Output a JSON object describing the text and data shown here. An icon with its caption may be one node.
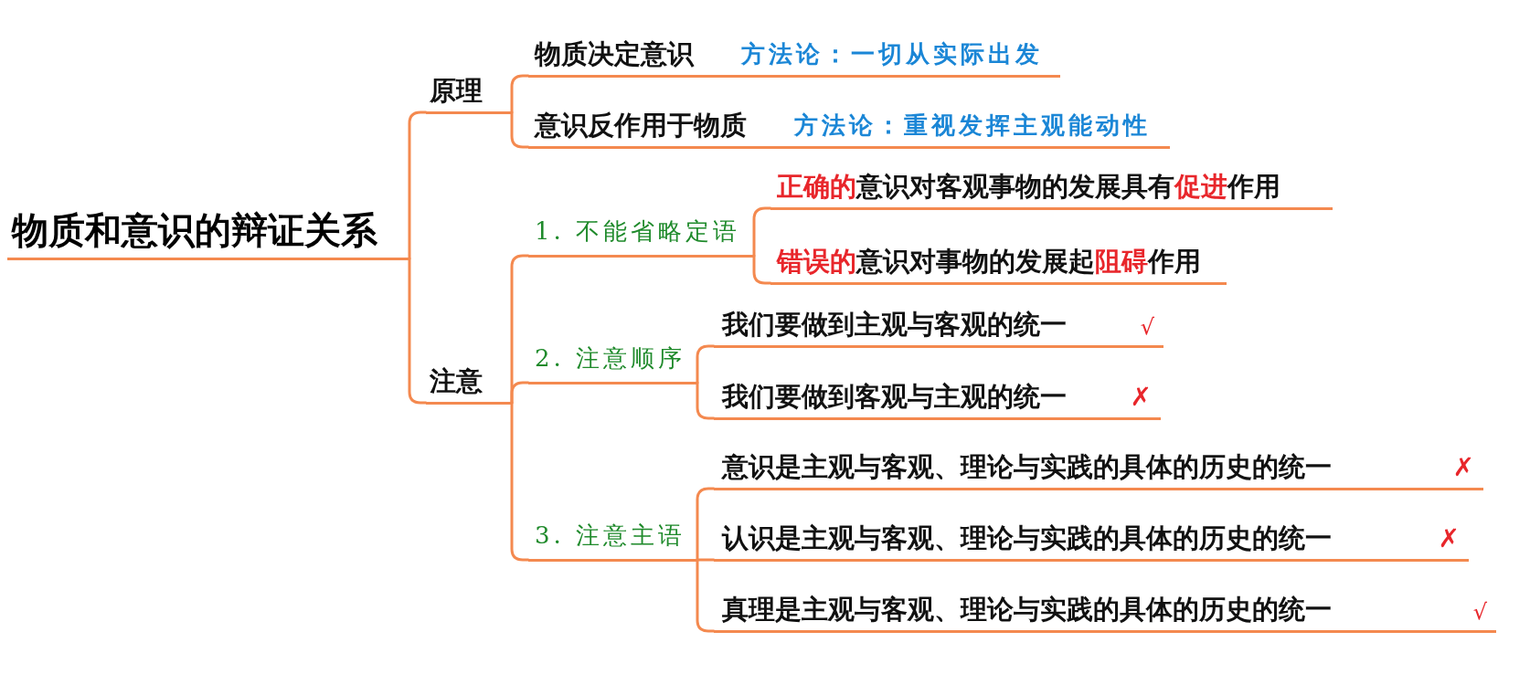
{
  "diagram": {
    "nodes": [
      {
        "text": [
          "物质和意识的辩证关系"
        ]
      },
      {
        "text": [
          "原理"
        ]
      },
      {
        "text": [
          "物质决定意识",
          "方法论：一切从实际出发"
        ]
      },
      {
        "text": [
          "意识反作用于物质",
          "方法论：重视发挥主观能动性"
        ]
      },
      {
        "text": [
          "注意"
        ]
      },
      {
        "text": [
          "1. 不能省略定语"
        ]
      },
      {
        "text": [
          "**正确的**意识对客观事物的发展具有**促进**作用"
        ]
      },
      {
        "text": [
          "**错误的**意识对事物的发展起**阻碍**作用"
        ]
      },
      {
        "text": [
          "2. 注意顺序"
        ]
      },
      {
        "text": [
          "我们要做到主观与客观的统一",
          "√"
        ]
      },
      {
        "text": [
          "我们要做到客观与主观的统一",
          "✗"
        ]
      },
      {
        "text": [
          "3. 注意主语"
        ]
      },
      {
        "text": [
          "意识是主观与客观、理论与实践的具体的历史的统一",
          "✗"
        ]
      },
      {
        "text": [
          "认识是主观与客观、理论与实践的具体的历史的统一",
          "✗"
        ]
      },
      {
        "text": [
          "真理是主观与客观、理论与实践的具体的历史的统一",
          "√"
        ]
      }
    ],
    "edges": [
      {
        "from": 0,
        "to": 1,
        "arrow": "none"
      },
      {
        "from": 0,
        "to": 4,
        "arrow": "none"
      },
      {
        "from": 1,
        "to": 2,
        "arrow": "none"
      },
      {
        "from": 1,
        "to": 3,
        "arrow": "none"
      },
      {
        "from": 4,
        "to": 5,
        "arrow": "none"
      },
      {
        "from": 4,
        "to": 8,
        "arrow": "none"
      },
      {
        "from": 4,
        "to": 11,
        "arrow": "none"
      },
      {
        "from": 5,
        "to": 6,
        "arrow": "none"
      },
      {
        "from": 5,
        "to": 7,
        "arrow": "none"
      },
      {
        "from": 8,
        "to": 9,
        "arrow": "none"
      },
      {
        "from": 8,
        "to": 10,
        "arrow": "none"
      },
      {
        "from": 11,
        "to": 12,
        "arrow": "none"
      },
      {
        "from": 11,
        "to": 13,
        "arrow": "none"
      },
      {
        "from": 11,
        "to": 14,
        "arrow": "none"
      }
    ]
  }
}
